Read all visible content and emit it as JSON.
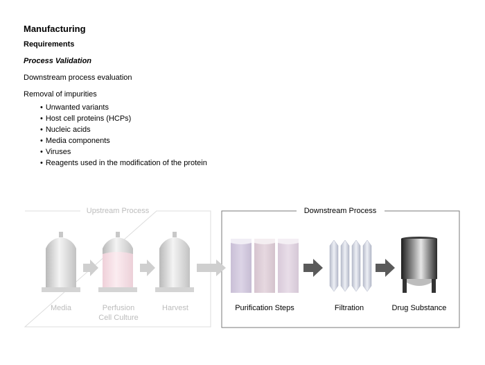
{
  "title": "Manufacturing",
  "requirements": "Requirements",
  "process_validation": "Process Validation",
  "downstream_eval": "Downstream process evaluation",
  "removal_heading": "Removal of impurities",
  "impurities": [
    "Unwanted variants",
    "Host cell proteins (HCPs)",
    "Nucleic acids",
    "Media components",
    "Viruses",
    "Reagents used in the modification of the protein"
  ],
  "upstream": {
    "title": "Upstream Process",
    "steps": {
      "media": "Media",
      "perfusion_1": "Perfusion",
      "perfusion_2": "Cell Culture",
      "harvest": "Harvest"
    }
  },
  "downstream": {
    "title": "Downstream Process",
    "steps": {
      "purification": "Purification Steps",
      "filtration": "Filtration",
      "drug_substance": "Drug Substance"
    }
  },
  "colors": {
    "upstream_text": "#bcbcbc",
    "upstream_border": "#dcdcdc",
    "downstream_border": "#7a7a7a",
    "arrow_light": "#cfcfcf",
    "arrow_dark": "#5a5a5a"
  }
}
